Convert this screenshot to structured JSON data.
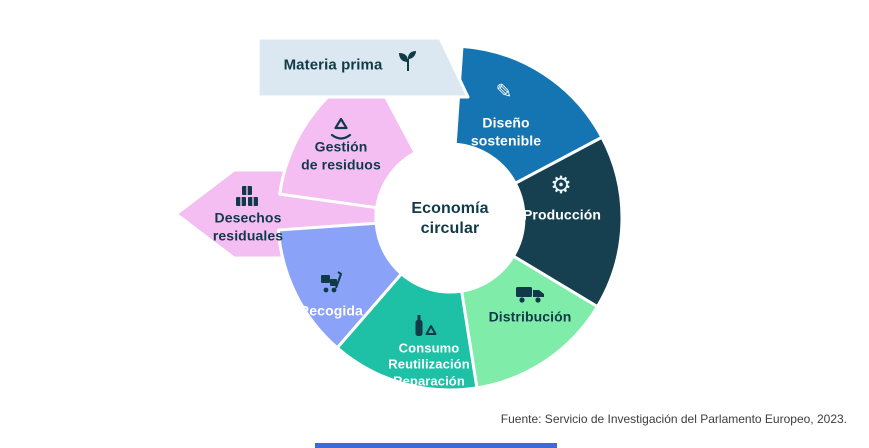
{
  "center": {
    "label": "Economía\ncircular"
  },
  "segments": [
    {
      "id": "materia-prima",
      "label": "Materia prima",
      "color": "#dce8f1",
      "icon": "sprout-icon"
    },
    {
      "id": "diseno-sostenible",
      "label": "Diseño\nsostenible",
      "color": "#1475b2",
      "icon": "design-document-icon",
      "glyph": "✎"
    },
    {
      "id": "produccion",
      "label": "Producción",
      "color": "#16404f",
      "icon": "gears-icon",
      "glyph": "⚙"
    },
    {
      "id": "distribucion",
      "label": "Distribución",
      "color": "#7feca9",
      "icon": "delivery-truck-icon"
    },
    {
      "id": "consumo",
      "label": "Consumo\nReutilización\nReparación",
      "color": "#1ec0a6",
      "icon": "bottle-recycle-icon"
    },
    {
      "id": "recogida",
      "label": "Recogida",
      "color": "#8aa2f8",
      "icon": "trolley-icon"
    },
    {
      "id": "gestion-residuos",
      "label": "Gestión\nde residuos",
      "color": "#f4bef2",
      "icon": "recycle-hand-icon"
    },
    {
      "id": "desechos-residuales",
      "label": "Desechos\nresiduales",
      "color": "#f4bef2",
      "icon": "waste-boxes-icon"
    }
  ],
  "palette": {
    "dark_text": "#113a49",
    "light_text": "#ffffff"
  },
  "accent_bar_color": "#3b6cd6",
  "footer": {
    "source": "Fuente: Servicio de Investigación del Parlamento Europeo, 2023."
  }
}
